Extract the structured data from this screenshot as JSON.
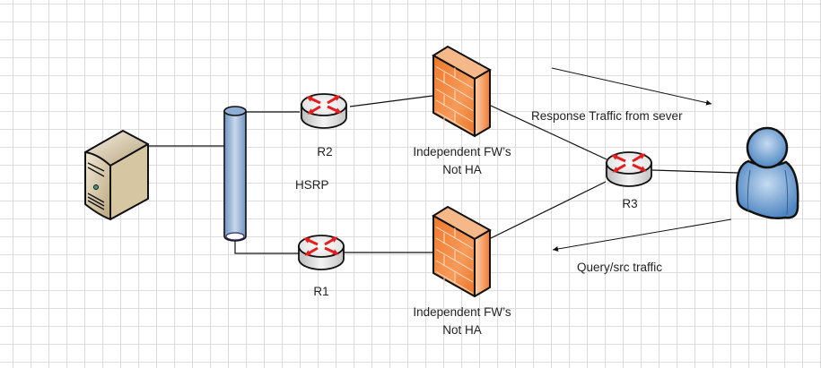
{
  "diagram": {
    "nodes": {
      "server": {
        "label": "",
        "icon": "server-tower-icon"
      },
      "hsrp_bus": {
        "label": "HSRP",
        "icon": "cylinder-bus-icon"
      },
      "r1": {
        "label": "R1",
        "icon": "router-icon"
      },
      "r2": {
        "label": "R2",
        "icon": "router-icon"
      },
      "r3": {
        "label": "R3",
        "icon": "router-icon"
      },
      "fw_top": {
        "label_line1": "Independent FW’s",
        "label_line2": "Not HA",
        "icon": "firewall-icon"
      },
      "fw_bottom": {
        "label_line1": "Independent FW’s",
        "label_line2": "Not HA",
        "icon": "firewall-icon"
      },
      "user": {
        "label": "",
        "icon": "user-icon"
      }
    },
    "annotations": {
      "response": "Response Traffic from sever",
      "query": "Query/src traffic"
    },
    "colors": {
      "grid": "#dcdcdc",
      "firewall": "#f47f30",
      "router_arrows": "#e41e1e",
      "bus": "#8fb0d6",
      "user": "#5b8fc7",
      "server": "#d8ccae"
    }
  }
}
